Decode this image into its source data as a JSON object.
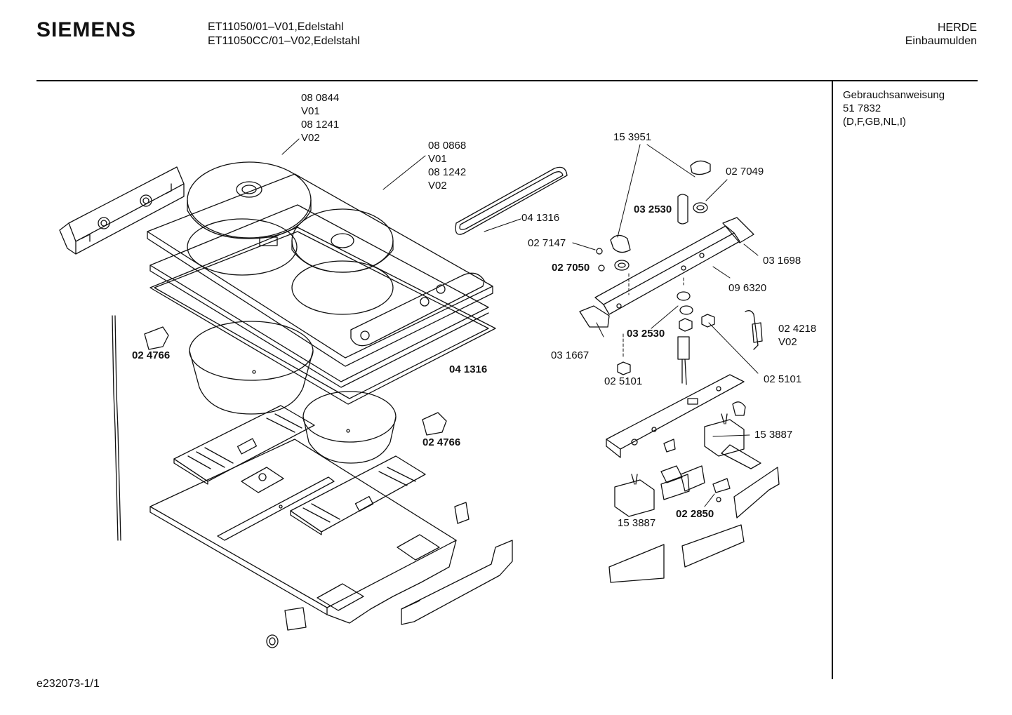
{
  "header": {
    "brand": "SIEMENS",
    "model_lines": [
      "ET11050/01–V01,Edelstahl",
      "ET11050CC/01–V02,Edelstahl"
    ],
    "category_lines": [
      "HERDE",
      "Einbaumulden"
    ]
  },
  "side_note": {
    "title": "Gebrauchsanweisung",
    "number": "51 7832",
    "languages": "(D,F,GB,NL,I)"
  },
  "footer": {
    "code": "e232073-1/1"
  },
  "labels": {
    "l1": "08 0844",
    "l2": "V01",
    "l3": "08 1241",
    "l4": "V02",
    "l5": "08 0868",
    "l6": "V01",
    "l7": "08 1242",
    "l8": "V02",
    "l9": "04 1316",
    "l10": "04 1316",
    "l11": "02 4766",
    "l12": "02 4766",
    "l13": "15 3951",
    "l14": "02 7049",
    "l15": "03 2530",
    "l16": "02 7147",
    "l17": "02 7050",
    "l18": "03 1698",
    "l19": "09 6320",
    "l20": "03 2530",
    "l21": "02 4218",
    "l22": "V02",
    "l23": "03 1667",
    "l24": "02 5101",
    "l25": "02 5101",
    "l26": "15 3887",
    "l27": "15 3887",
    "l28": "02 2850"
  }
}
